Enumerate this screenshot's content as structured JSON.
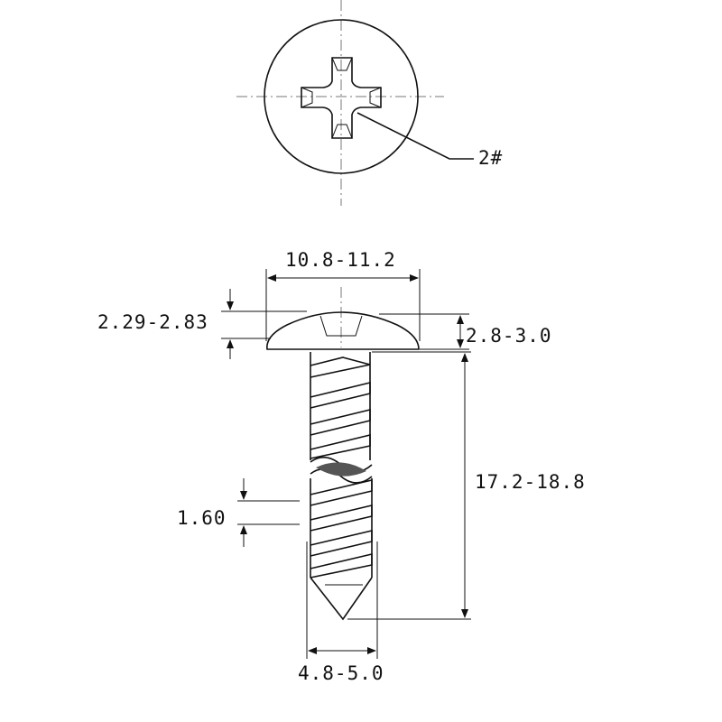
{
  "drawing": {
    "recess_label": "2#",
    "head_diameter": "10.8-11.2",
    "head_height_top": "2.29-2.83",
    "head_height": "2.8-3.0",
    "length": "17.2-18.8",
    "pitch": "1.60",
    "thread_diameter": "4.8-5.0"
  },
  "colors": {
    "line": "#111111",
    "centerline": "#777777"
  }
}
